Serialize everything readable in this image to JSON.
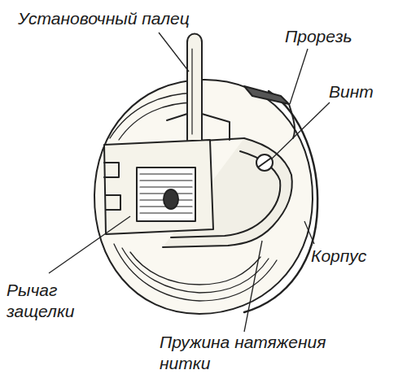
{
  "diagram": {
    "labels": [
      "Установочный палец",
      "Прорезь",
      "Винт",
      "Корпус",
      "Рычаг защелки",
      "Пружина натяжения нитки"
    ]
  }
}
